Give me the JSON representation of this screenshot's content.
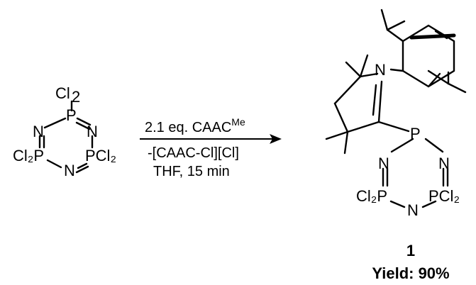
{
  "reactant": {
    "atoms": {
      "top_cl2": "Cl",
      "top_p": "P",
      "n_left": "N",
      "n_right": "N",
      "p_left": "Cl₂P",
      "n_bottom": "N",
      "p_right": "PCl₂"
    }
  },
  "conditions": {
    "reagent": "2.1 eq. CAAC",
    "reagent_superscript": "Me",
    "byproduct": "-[CAAC-Cl][Cl]",
    "solvent_time": "THF, 15 min"
  },
  "product": {
    "atoms": {
      "n_ring": "N",
      "p_top": "P",
      "n_left": "N",
      "n_right": "N",
      "p_left": "Cl₂P",
      "n_bottom": "N",
      "p_right": "PCl₂"
    },
    "label": "1",
    "yield": "Yield: 90%"
  }
}
